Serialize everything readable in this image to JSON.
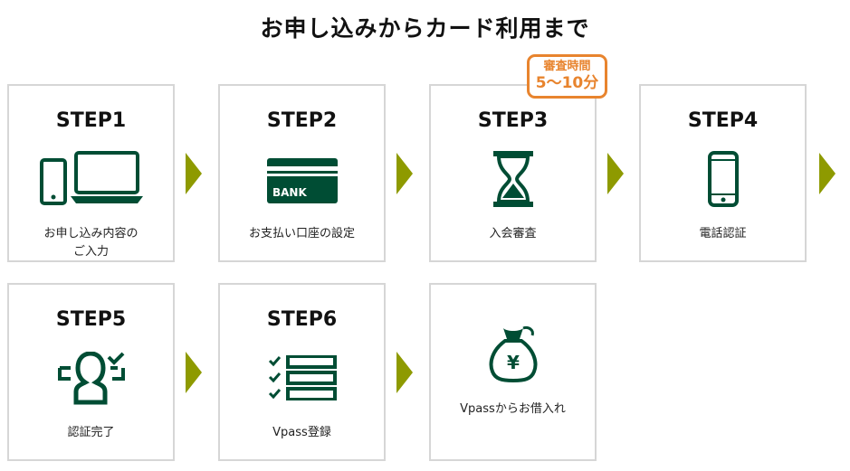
{
  "page": {
    "title": "お申し込みからカード利用まで"
  },
  "badge": {
    "line1": "審査時間",
    "line2": "5～10分"
  },
  "steps": [
    {
      "label": "STEP1",
      "desc_line1": "お申し込み内容の",
      "desc_line2": "ご入力",
      "icon": "devices-icon"
    },
    {
      "label": "STEP2",
      "desc_line1": "お支払い口座の設定",
      "desc_line2": "",
      "icon": "bank-card-icon",
      "card_text": "BANK"
    },
    {
      "label": "STEP3",
      "desc_line1": "入会審査",
      "desc_line2": "",
      "icon": "hourglass-icon"
    },
    {
      "label": "STEP4",
      "desc_line1": "電話認証",
      "desc_line2": "",
      "icon": "smartphone-icon"
    },
    {
      "label": "STEP5",
      "desc_line1": "認証完了",
      "desc_line2": "",
      "icon": "verified-user-icon"
    },
    {
      "label": "STEP6",
      "desc_line1": "Vpass登録",
      "desc_line2": "",
      "icon": "checklist-icon"
    },
    {
      "label": "",
      "desc_line1": "Vpassからお借入れ",
      "desc_line2": "",
      "icon": "money-bag-icon",
      "bag_symbol": "¥"
    }
  ],
  "colors": {
    "icon": "#004d34",
    "arrow": "#8e9a00",
    "badge": "#e8842e",
    "border": "#d6d6d6"
  }
}
